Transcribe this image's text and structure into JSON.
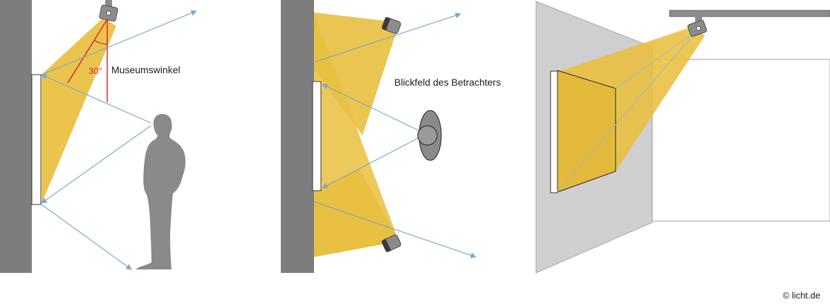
{
  "panel1": {
    "angle_label": "30°",
    "angle_caption": "Museumswinkel"
  },
  "panel2": {
    "viewer_caption": "Blickfeld des Betrachters"
  },
  "footer": {
    "copyright": "© licht.de"
  },
  "colors": {
    "wall": "#7d7d7d",
    "light_cone": "#e9bf3e",
    "light_cone_edge": "#d6a82c",
    "sight_line": "#7fa7c6",
    "angle_line": "#d02a2a",
    "person": "#8a8a8a",
    "room_wall": "#cfcfcf",
    "luminaire": "#8c8c8c"
  }
}
